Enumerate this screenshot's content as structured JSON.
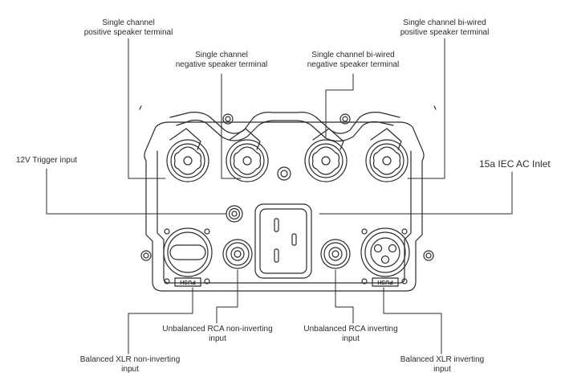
{
  "labels": {
    "single_pos": [
      "Single channel",
      "positive speaker terminal"
    ],
    "single_neg": [
      "Single channel",
      "negative speaker terminal"
    ],
    "biwired_neg": [
      "Single channel bi-wired",
      "negative speaker terminal"
    ],
    "biwired_pos": [
      "Single channel bi-wired",
      "positive speaker terminal"
    ],
    "trigger": [
      "12V Trigger input"
    ],
    "iec": [
      "15a IEC AC Inlet"
    ],
    "rca_noninv": [
      "Unbalanced RCA non-inverting",
      "input"
    ],
    "rca_inv": [
      "Unbalanced RCA inverting",
      "input"
    ],
    "xlr_noninv": [
      "Balanced XLR non-inverting",
      "input"
    ],
    "xlr_inv": [
      "Balanced XLR inverting",
      "input"
    ]
  },
  "push_tab": "PUSH",
  "colors": {
    "line": "#2b2b2b",
    "text": "#2a2a2a"
  }
}
